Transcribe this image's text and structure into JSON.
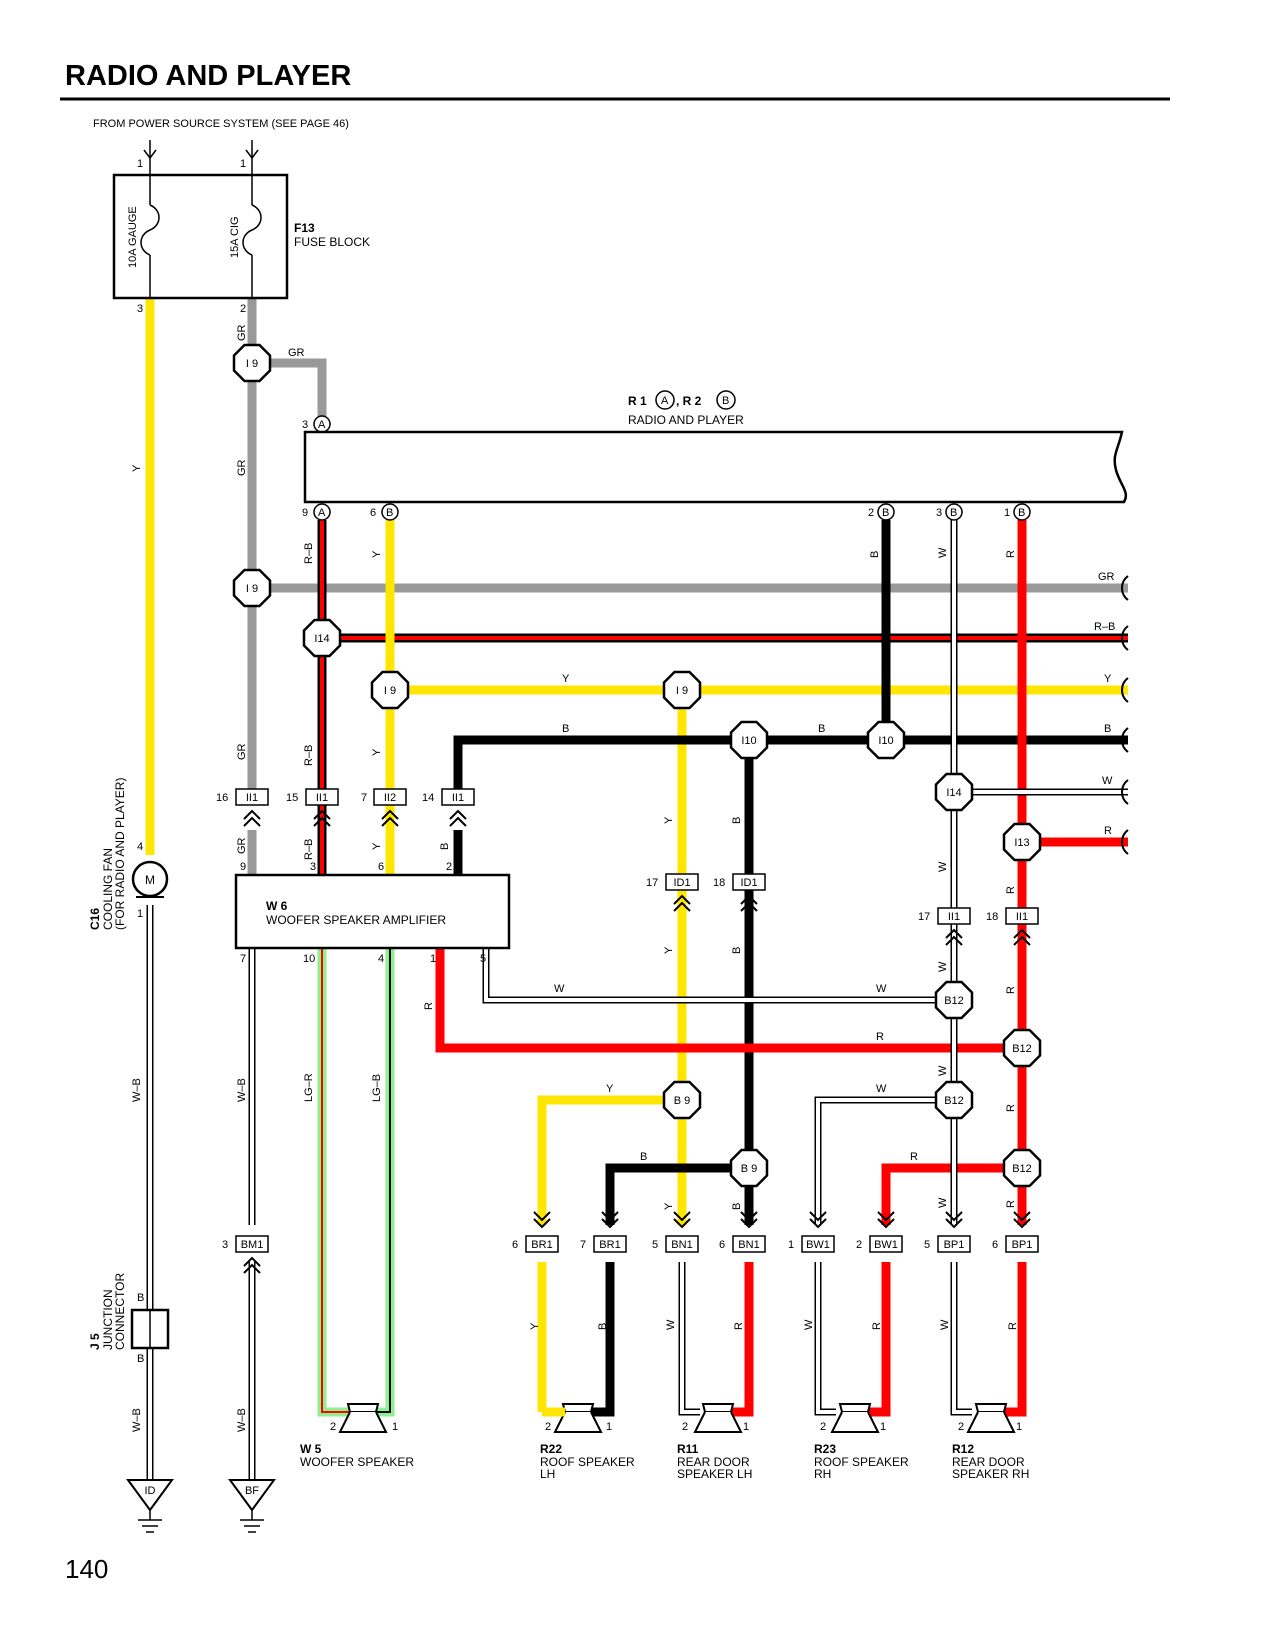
{
  "page": {
    "title": "RADIO AND PLAYER",
    "page_number": "140",
    "source_note": "FROM POWER SOURCE SYSTEM (SEE PAGE 46)"
  },
  "fuse_block": {
    "code": "F13",
    "name": "FUSE BLOCK",
    "fuse_left": "10A GAUGE",
    "fuse_right": "15A CIG",
    "pin_in_left": "1",
    "pin_in_right": "1",
    "pin_out_left": "3",
    "pin_out_right": "2"
  },
  "radio": {
    "header_code1": "R 1",
    "header_code2": ", R 2",
    "connector_a": "A",
    "connector_b": "B",
    "name": "RADIO AND PLAYER",
    "pin_a3": "3",
    "pin_a9": "9",
    "pin_b6": "6",
    "pin_b2": "2",
    "pin_b3": "3",
    "pin_b1": "1"
  },
  "amplifier": {
    "code": "W 6",
    "name": "WOOFER SPEAKER AMPLIFIER",
    "top_pins": [
      "9",
      "3",
      "6",
      "2"
    ],
    "bottom_pins": [
      "7",
      "10",
      "4",
      "1",
      "5"
    ]
  },
  "cooling_fan": {
    "code": "C16",
    "name_line1": "COOLING FAN",
    "name_line2": "(FOR RADIO AND PLAYER)",
    "pin_top": "4",
    "pin_bottom": "1",
    "motor_symbol": "M"
  },
  "junction": {
    "code": "J 5",
    "name_line1": "JUNCTION",
    "name_line2": "CONNECTOR",
    "pin_top": "B",
    "pin_bottom": "B"
  },
  "grounds": [
    "ID",
    "BF"
  ],
  "splices": {
    "i9_top": "I 9",
    "i9_mid": "I 9",
    "i14_left": "I14",
    "i9_y1": "I 9",
    "i9_y2": "I 9",
    "i10_a": "I10",
    "i10_b": "I10",
    "i14_right": "I14",
    "i13": "I13",
    "b12_w1": "B12",
    "b12_r1": "B12",
    "b12_w2": "B12",
    "b12_r2": "B12",
    "b9_y": "B 9",
    "b9_b": "B 9"
  },
  "connectors_ii": [
    {
      "pin": "16",
      "code": "II1"
    },
    {
      "pin": "15",
      "code": "II1"
    },
    {
      "pin": "7",
      "code": "II2"
    },
    {
      "pin": "14",
      "code": "II1"
    },
    {
      "pin": "17",
      "code": "ID1"
    },
    {
      "pin": "18",
      "code": "ID1"
    },
    {
      "pin": "17",
      "code": "II1"
    },
    {
      "pin": "18",
      "code": "II1"
    },
    {
      "pin": "3",
      "code": "BM1"
    }
  ],
  "connectors_bottom": [
    {
      "pin": "6",
      "code": "BR1"
    },
    {
      "pin": "7",
      "code": "BR1"
    },
    {
      "pin": "5",
      "code": "BN1"
    },
    {
      "pin": "6",
      "code": "BN1"
    },
    {
      "pin": "1",
      "code": "BW1"
    },
    {
      "pin": "2",
      "code": "BW1"
    },
    {
      "pin": "5",
      "code": "BP1"
    },
    {
      "pin": "6",
      "code": "BP1"
    }
  ],
  "speakers": [
    {
      "code": "W 5",
      "line1": "WOOFER SPEAKER",
      "line2": ""
    },
    {
      "code": "R22",
      "line1": "ROOF SPEAKER",
      "line2": "LH"
    },
    {
      "code": "R11",
      "line1": "REAR DOOR",
      "line2": "SPEAKER LH"
    },
    {
      "code": "R23",
      "line1": "ROOF SPEAKER",
      "line2": "RH"
    },
    {
      "code": "R12",
      "line1": "REAR DOOR",
      "line2": "SPEAKER RH"
    }
  ],
  "speaker_pins": {
    "left": "2",
    "right": "1"
  },
  "wire_codes": {
    "Y": "Y",
    "GR": "GR",
    "RB": "R–B",
    "B": "B",
    "W": "W",
    "R": "R",
    "WB": "W–B",
    "LGR": "LG–R",
    "LGB": "LG–B"
  },
  "colors": {
    "yellow": "#ffe600",
    "gray": "#999999",
    "red": "#ff0000",
    "black": "#000000",
    "light_green": "#8ef08e",
    "white_wire": "#ffffff"
  }
}
